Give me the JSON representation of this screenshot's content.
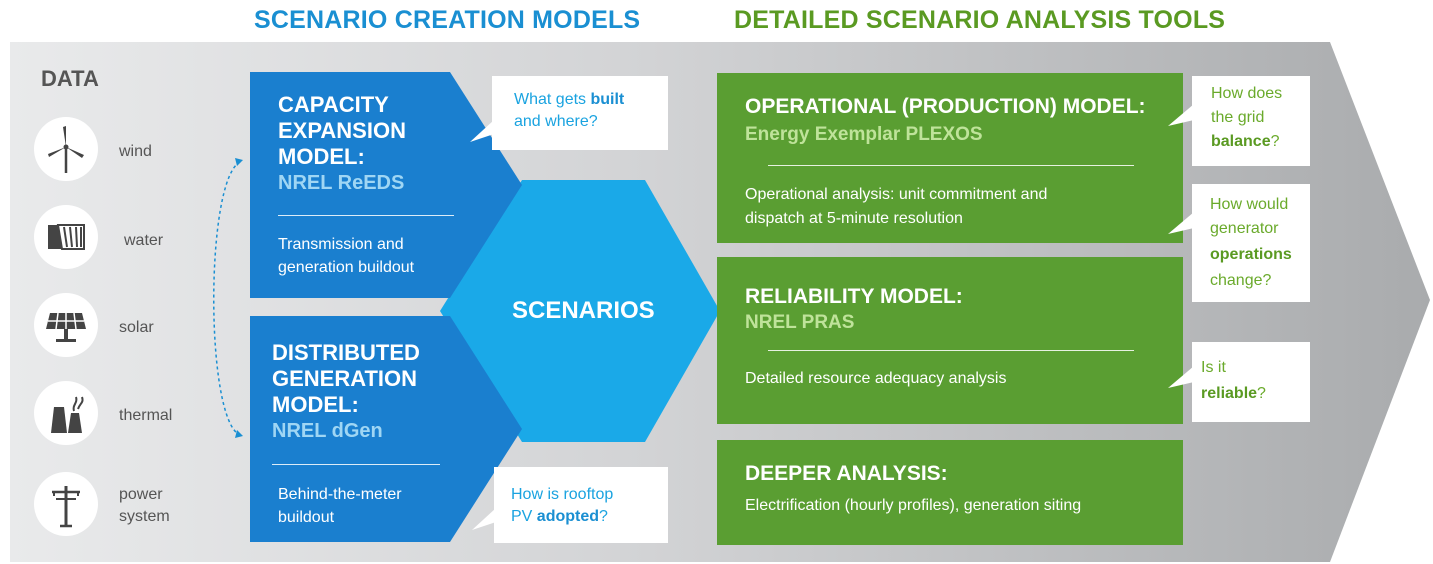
{
  "headings": {
    "scenario_creation": "SCENARIO CREATION MODELS",
    "detailed_analysis": "DETAILED SCENARIO ANALYSIS TOOLS"
  },
  "data_panel": {
    "title": "DATA",
    "sources": [
      {
        "label": "wind",
        "icon": "wind-turbine-icon"
      },
      {
        "label": "water",
        "icon": "dam-icon"
      },
      {
        "label": "solar",
        "icon": "solar-panel-icon"
      },
      {
        "label": "thermal",
        "icon": "power-plant-icon"
      },
      {
        "label": "power system",
        "icon": "transmission-tower-icon"
      }
    ]
  },
  "capacity_model": {
    "title_lines": [
      "CAPACITY",
      "EXPANSION",
      "MODEL:"
    ],
    "subtitle": "NREL ReEDS",
    "desc_lines": [
      "Transmission and",
      "generation buildout"
    ],
    "question_pre": "What gets ",
    "question_emph": "built",
    "question_post": "and where?"
  },
  "dgen_model": {
    "title_lines": [
      "DISTRIBUTED",
      "GENERATION",
      "MODEL:"
    ],
    "subtitle": "NREL dGen",
    "desc_lines": [
      "Behind-the-meter",
      "buildout"
    ],
    "question_line1": "How is rooftop",
    "question_pre": "PV ",
    "question_emph": "adopted",
    "question_post": "?"
  },
  "scenarios": {
    "label": "SCENARIOS"
  },
  "operational_model": {
    "title": "OPERATIONAL (PRODUCTION) MODEL:",
    "subtitle": "Energy Exemplar PLEXOS",
    "desc_lines": [
      "Operational analysis: unit commitment and",
      "dispatch at 5-minute resolution"
    ],
    "q1_lines": [
      "How does",
      "the grid"
    ],
    "q1_emph": "balance",
    "q1_post": "?",
    "q2_lines": [
      "How would",
      "generator"
    ],
    "q2_emph": "operations",
    "q2_post": "change?"
  },
  "reliability_model": {
    "title": "RELIABILITY MODEL:",
    "subtitle": "NREL PRAS",
    "desc": "Detailed resource adequacy analysis",
    "q_line1": "Is it",
    "q_emph": "reliable",
    "q_post": "?"
  },
  "deeper_analysis": {
    "title": "DEEPER ANALYSIS:",
    "desc": "Electrification (hourly profiles), generation siting"
  },
  "colors": {
    "blue_heading": "#1a8fd2",
    "green_heading": "#5a9a22",
    "model_blue": "#1a7fcf",
    "scenario_cyan": "#1aa9e8",
    "analysis_green": "#5a9e32",
    "arrow_gray": "#b4b6b8"
  }
}
